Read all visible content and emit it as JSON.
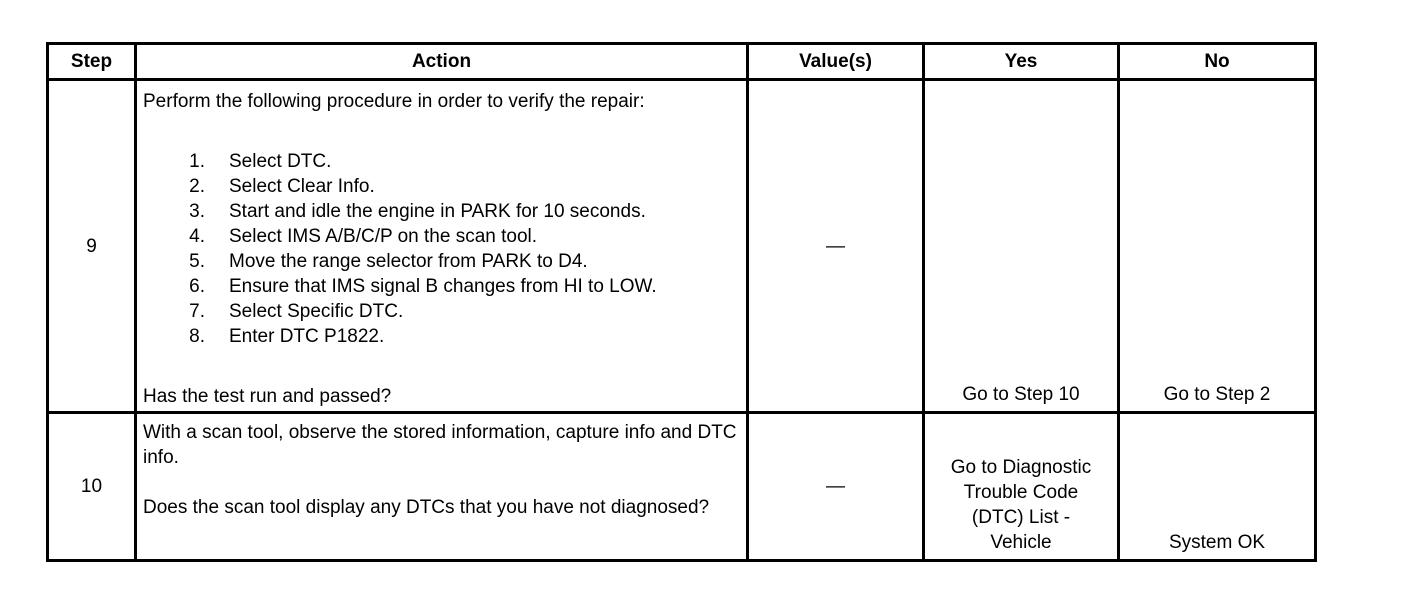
{
  "headers": {
    "step": "Step",
    "action": "Action",
    "values": "Value(s)",
    "yes": "Yes",
    "no": "No"
  },
  "rows": [
    {
      "step": "9",
      "intro": "Perform the following procedure in order to verify the repair:",
      "items": [
        {
          "num": "1.",
          "text": "Select DTC."
        },
        {
          "num": "2.",
          "text": "Select Clear Info."
        },
        {
          "num": "3.",
          "text": "Start and idle the engine in PARK for 10 seconds."
        },
        {
          "num": "4.",
          "text": "Select IMS A/B/C/P on the scan tool."
        },
        {
          "num": "5.",
          "text": "Move the range selector from PARK to D4."
        },
        {
          "num": "6.",
          "text": "Ensure that IMS signal B changes from HI to LOW."
        },
        {
          "num": "7.",
          "text": "Select Specific DTC."
        },
        {
          "num": "8.",
          "text": "Enter DTC P1822."
        }
      ],
      "question": "Has the test run and passed?",
      "value": "—",
      "yes": "Go to Step 10",
      "no": "Go to Step 2"
    },
    {
      "step": "10",
      "intro": "With a scan tool, observe the stored information, capture info and DTC info.",
      "question": "Does the scan tool display any DTCs that you have not diagnosed?",
      "value": "—",
      "yes": "Go to Diagnostic Trouble Code (DTC) List - Vehicle",
      "no": "System OK"
    }
  ]
}
